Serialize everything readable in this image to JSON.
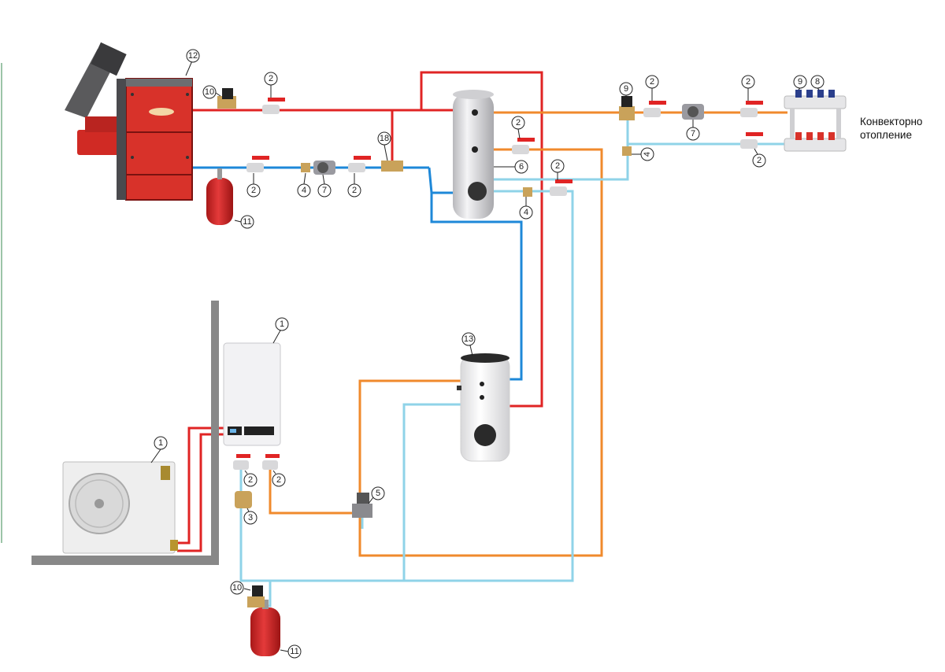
{
  "labels": {
    "side_text_line1": "Конвекторно",
    "side_text_line2": "отопление"
  },
  "callouts": {
    "heat_pump_outdoor": "1",
    "heat_pump_indoor": "1",
    "valve": "2",
    "filter": "3",
    "check_valve": "4",
    "three_way_valve": "5",
    "sensor": "6",
    "pump": "7",
    "manifold_supply": "8",
    "manifold_return": "9",
    "mixing_valve": "9",
    "safety_group": "10",
    "expansion_tank": "11",
    "pellet_boiler": "12",
    "dhw_tank": "13",
    "tee": "18"
  },
  "colors": {
    "hot_supply": "#e02424",
    "return_pipe": "#1e88d8",
    "heating_supply": "#f08a2c",
    "cold_return": "#8fd3e8",
    "boiler_body": "#d8322a",
    "tank_body": "#e4e4e6",
    "wall": "#888888"
  }
}
